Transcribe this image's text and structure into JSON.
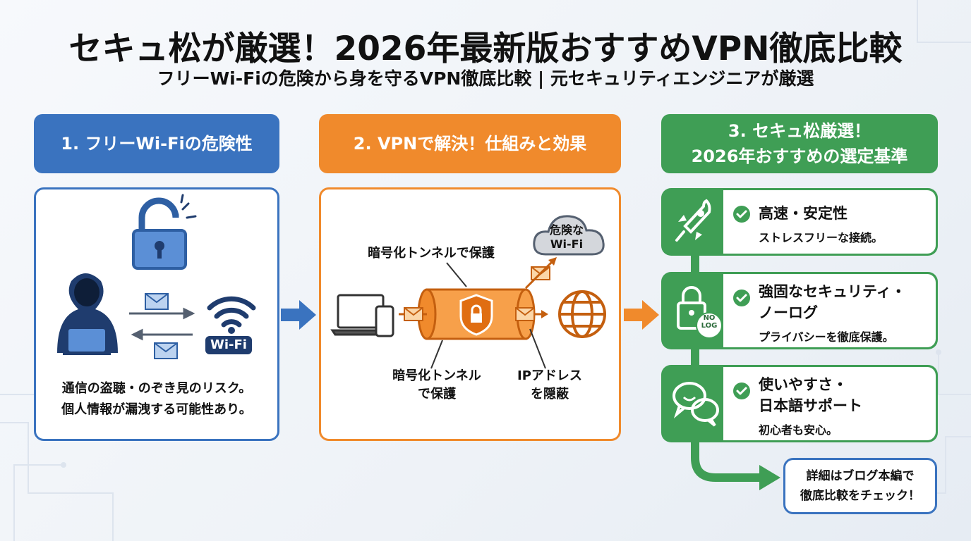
{
  "title": "セキュ松が厳選！2026年最新版おすすめVPN徹底比較",
  "subtitle": "フリーWi-Fiの危険から身を守るVPN徹底比較 | 元セキュリティエンジニアが厳選",
  "sections": [
    {
      "header": "1. フリーWi-Fiの危険性",
      "badge": "Wi-Fi",
      "text_lines": [
        "通信の盗聴・のぞき見のリスク。",
        "個人情報が漏洩する可能性あり。"
      ]
    },
    {
      "header": "2. VPNで解決！仕組みと効果",
      "top_label": "暗号化トンネルで保護",
      "cloud_lines": [
        "危険な",
        "Wi-Fi"
      ],
      "bottom_left_lines": [
        "暗号化トンネル",
        "で保護"
      ],
      "bottom_right_lines": [
        "IPアドレス",
        "を隠蔽"
      ]
    },
    {
      "header_lines": [
        "3. セキュ松厳選！",
        "2026年おすすめの選定基準"
      ],
      "cards": [
        {
          "title_lines": [
            "高速・安定性"
          ],
          "desc": "ストレスフリーな接続。",
          "icon": "rocket-icon"
        },
        {
          "title_lines": [
            "強固なセキュリティ・",
            "ノーログ"
          ],
          "desc": "プライバシーを徹底保護。",
          "icon": "padlock-nolog-icon",
          "badge_lines": [
            "NO",
            "LOG"
          ]
        },
        {
          "title_lines": [
            "使いやすさ・",
            "日本語サポート"
          ],
          "desc": "初心者も安心。",
          "icon": "chat-bubbles-icon"
        }
      ],
      "cta_lines": [
        "詳細はブログ本編で",
        "徹底比較をチェック！"
      ]
    }
  ],
  "colors": {
    "blue": "#3a73bf",
    "orange": "#f08a2c",
    "green": "#3f9e55",
    "navy": "#1f3c6e"
  }
}
